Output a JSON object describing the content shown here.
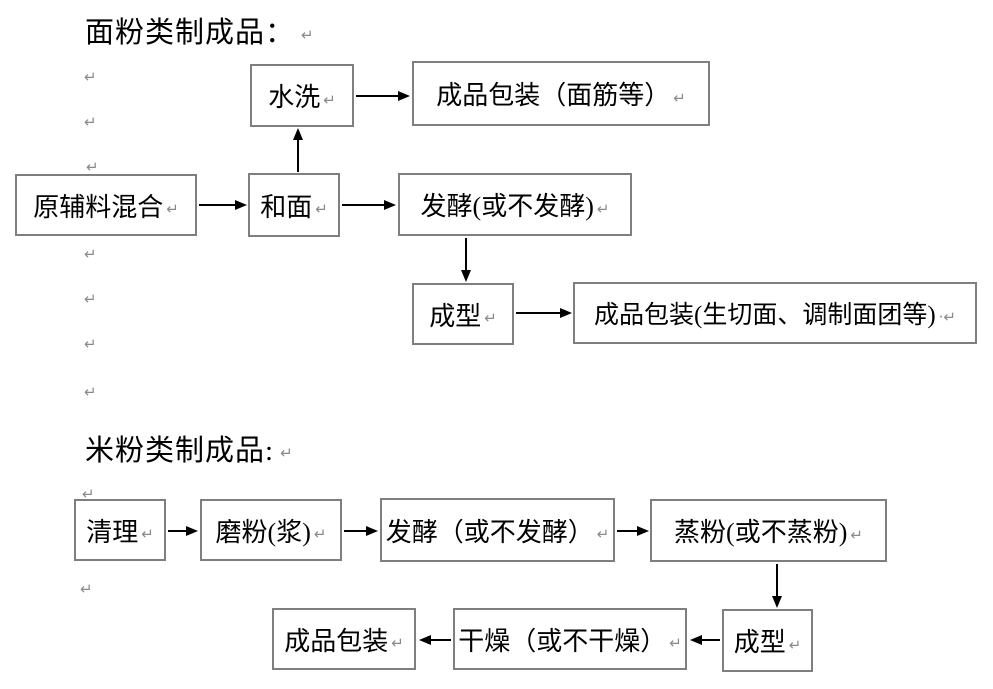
{
  "colors": {
    "background": "#ffffff",
    "box_border": "#7f7f7f",
    "arrow": "#000000",
    "text": "#000000",
    "paragraph_mark": "#8a8a8a"
  },
  "marks": {
    "pilcrow": "↵",
    "dot_pilcrow": "·↵"
  },
  "sections": [
    {
      "title": "面粉类制成品：",
      "nodes": [
        {
          "label": "水洗",
          "mark": "↵"
        },
        {
          "label": "成品包装（面筋等）",
          "mark": "↵"
        },
        {
          "label": "原辅料混合",
          "mark": "↵"
        },
        {
          "label": "和面",
          "mark": "↵"
        },
        {
          "label": "发酵(或不发酵)",
          "mark": "↵"
        },
        {
          "label": "成型",
          "mark": "↵"
        },
        {
          "label": "成品包装(生切面、调制面团等)",
          "mark": "·↵"
        }
      ],
      "edges": [
        {
          "from": "原辅料混合",
          "to": "和面"
        },
        {
          "from": "和面",
          "to": "水洗"
        },
        {
          "from": "水洗",
          "to": "成品包装（面筋等）"
        },
        {
          "from": "和面",
          "to": "发酵(或不发酵)"
        },
        {
          "from": "发酵(或不发酵)",
          "to": "成型"
        },
        {
          "from": "成型",
          "to": "成品包装(生切面、调制面团等)"
        }
      ]
    },
    {
      "title": "米粉类制成品:",
      "nodes": [
        {
          "label": "清理",
          "mark": "↵"
        },
        {
          "label": "磨粉(浆)",
          "mark": "↵"
        },
        {
          "label": "发酵（或不发酵）",
          "mark": "↵"
        },
        {
          "label": "蒸粉(或不蒸粉)",
          "mark": "↵"
        },
        {
          "label": "成型",
          "mark": "↵"
        },
        {
          "label": "干燥（或不干燥）",
          "mark": "↵"
        },
        {
          "label": "成品包装",
          "mark": "↵"
        }
      ],
      "edges": [
        {
          "from": "清理",
          "to": "磨粉(浆)"
        },
        {
          "from": "磨粉(浆)",
          "to": "发酵（或不发酵）"
        },
        {
          "from": "发酵（或不发酵）",
          "to": "蒸粉(或不蒸粉)"
        },
        {
          "from": "蒸粉(或不蒸粉)",
          "to": "成型"
        },
        {
          "from": "成型",
          "to": "干燥（或不干燥）"
        },
        {
          "from": "干燥（或不干燥）",
          "to": "成品包装"
        }
      ]
    }
  ]
}
